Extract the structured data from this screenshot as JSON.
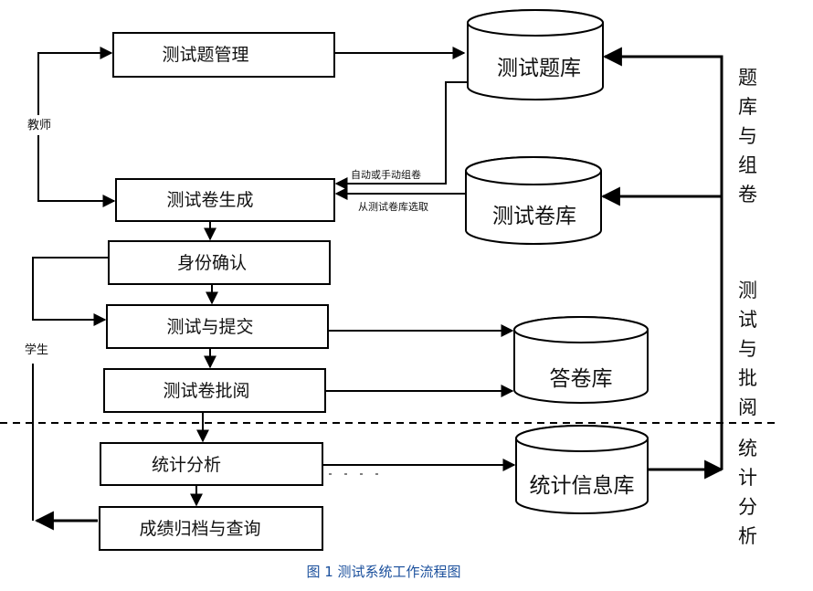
{
  "actors": {
    "teacher": "教师",
    "student": "学生"
  },
  "processes": {
    "question_mgmt": "测试题管理",
    "paper_gen": "测试卷生成",
    "identity": "身份确认",
    "test_submit": "测试与提交",
    "paper_review": "测试卷批阅",
    "stats": "统计分析",
    "archive_query": "成绩归档与查询"
  },
  "databases": {
    "question_bank": "测试题库",
    "paper_bank": "测试卷库",
    "answer_bank": "答卷库",
    "stats_bank": "统计信息库"
  },
  "edge_labels": {
    "auto_manual": "自动或手动组卷",
    "select_from_bank": "从测试卷库选取"
  },
  "side_labels": {
    "section1": [
      "题",
      "库",
      "与",
      "组",
      "卷"
    ],
    "section2": [
      "测",
      "试",
      "与",
      "批",
      "阅"
    ],
    "section3": [
      "统",
      "计",
      "分",
      "析"
    ]
  },
  "caption": "图 1 测试系统工作流程图"
}
